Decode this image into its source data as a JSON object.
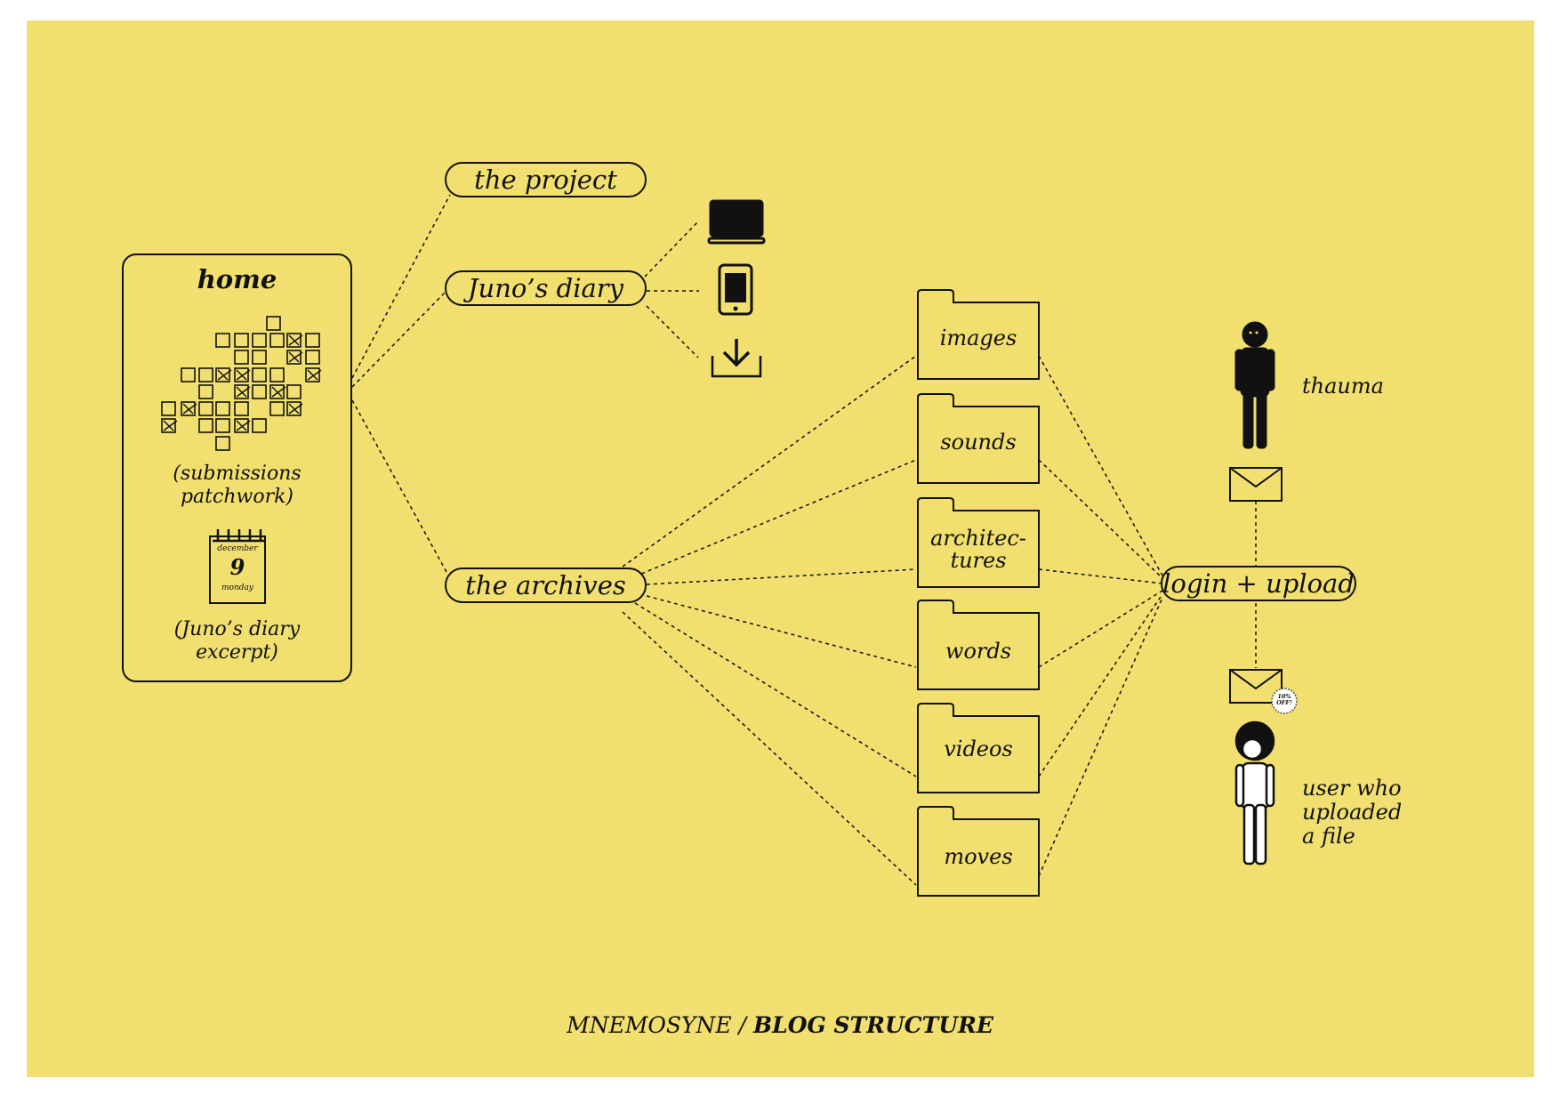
{
  "home": {
    "title": "home",
    "patchwork_caption": "(submissions\npatchwork)",
    "calendar_month": "december",
    "calendar_day": "9",
    "calendar_weekday": "monday",
    "diary_caption": "(Juno’s diary\nexcerpt)"
  },
  "nodes": {
    "project": "the project",
    "diary": "Juno’s diary",
    "archives": "the archives",
    "login": "login + upload"
  },
  "devices": [
    "laptop-icon",
    "phone-icon",
    "download-icon"
  ],
  "folders": [
    "images",
    "sounds",
    "architec-\ntures",
    "words",
    "videos",
    "moves"
  ],
  "people": {
    "admin_label": "thauma",
    "user_label": "user who\nuploaded\na file",
    "badge": "10%\nOFF!"
  },
  "footer": {
    "prefix": "MNEMOSYNE / ",
    "bold": "BLOG STRUCTURE"
  },
  "colors": {
    "background": "#f1df70",
    "ink": "#111111"
  }
}
